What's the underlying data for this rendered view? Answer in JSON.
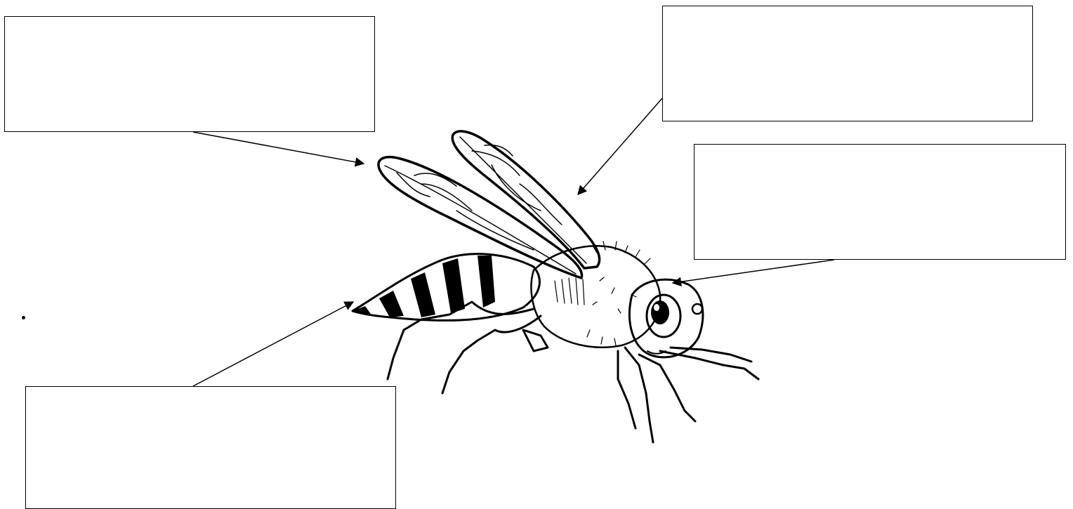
{
  "diagram": {
    "subject_icon": "bee-illustration",
    "label_boxes": [
      {
        "id": "top-left",
        "text": ""
      },
      {
        "id": "top-right",
        "text": ""
      },
      {
        "id": "mid-right",
        "text": ""
      },
      {
        "id": "bottom-left",
        "text": ""
      }
    ],
    "colors": {
      "ink": "#000000",
      "paper": "#ffffff"
    }
  }
}
